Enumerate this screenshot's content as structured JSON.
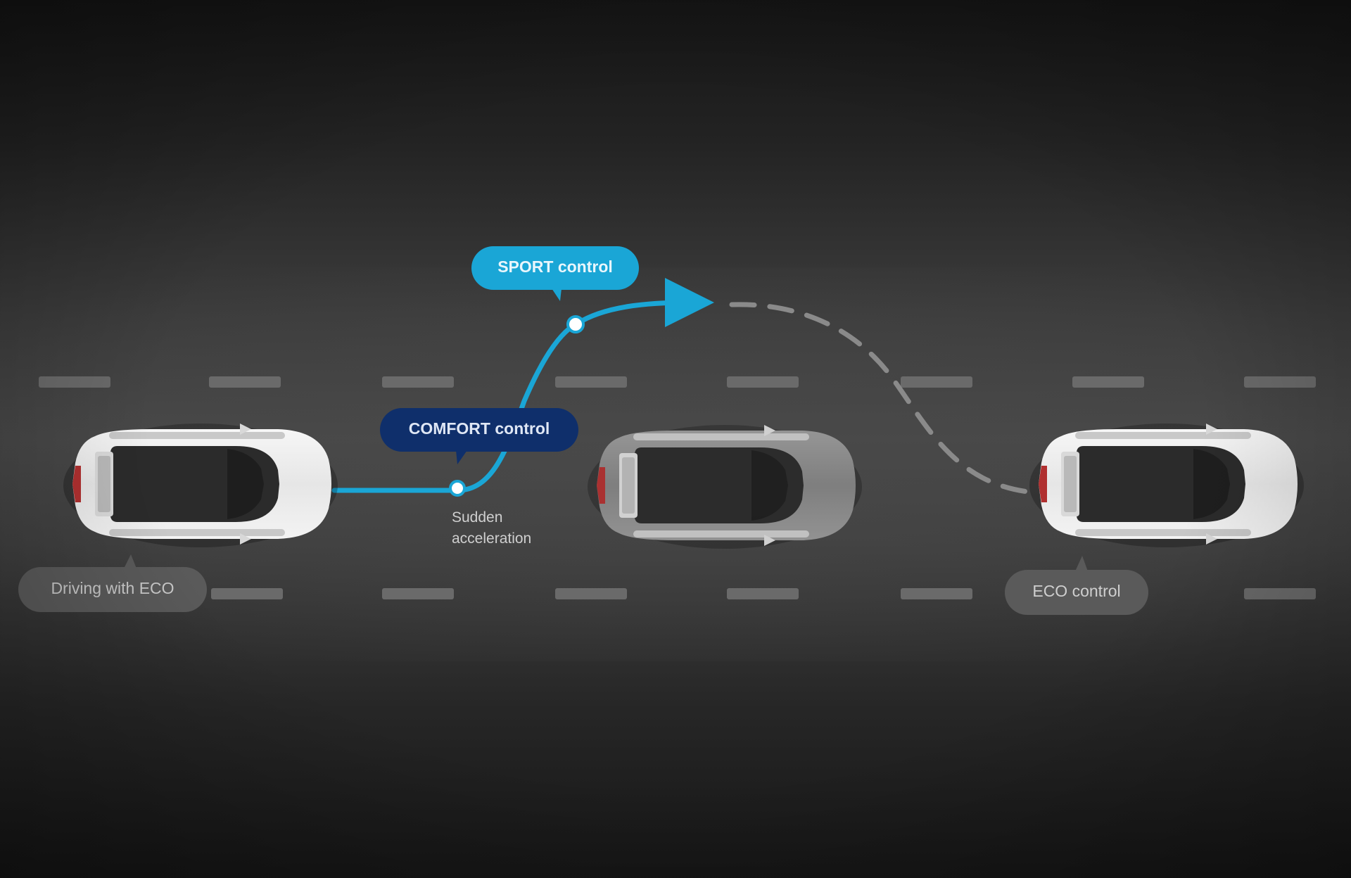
{
  "labels": {
    "sport_control": "SPORT control",
    "comfort_control": "COMFORT control",
    "sudden_acceleration_line1": "Sudden",
    "sudden_acceleration_line2": "acceleration",
    "driving_with_eco": "Driving with ECO",
    "eco_control": "ECO control"
  },
  "colors": {
    "sport_accent": "#1aa6d6",
    "comfort_accent": "#0f2f6b",
    "path_line": "#1aa6d6",
    "dashed_path": "#8a8a8a",
    "eco_badge": "#5a5a5a",
    "car_white": "#efefef",
    "car_grey": "#8d8d8d"
  },
  "icons": {
    "car": "car-top-view-icon",
    "arrow": "arrow-head-icon"
  }
}
